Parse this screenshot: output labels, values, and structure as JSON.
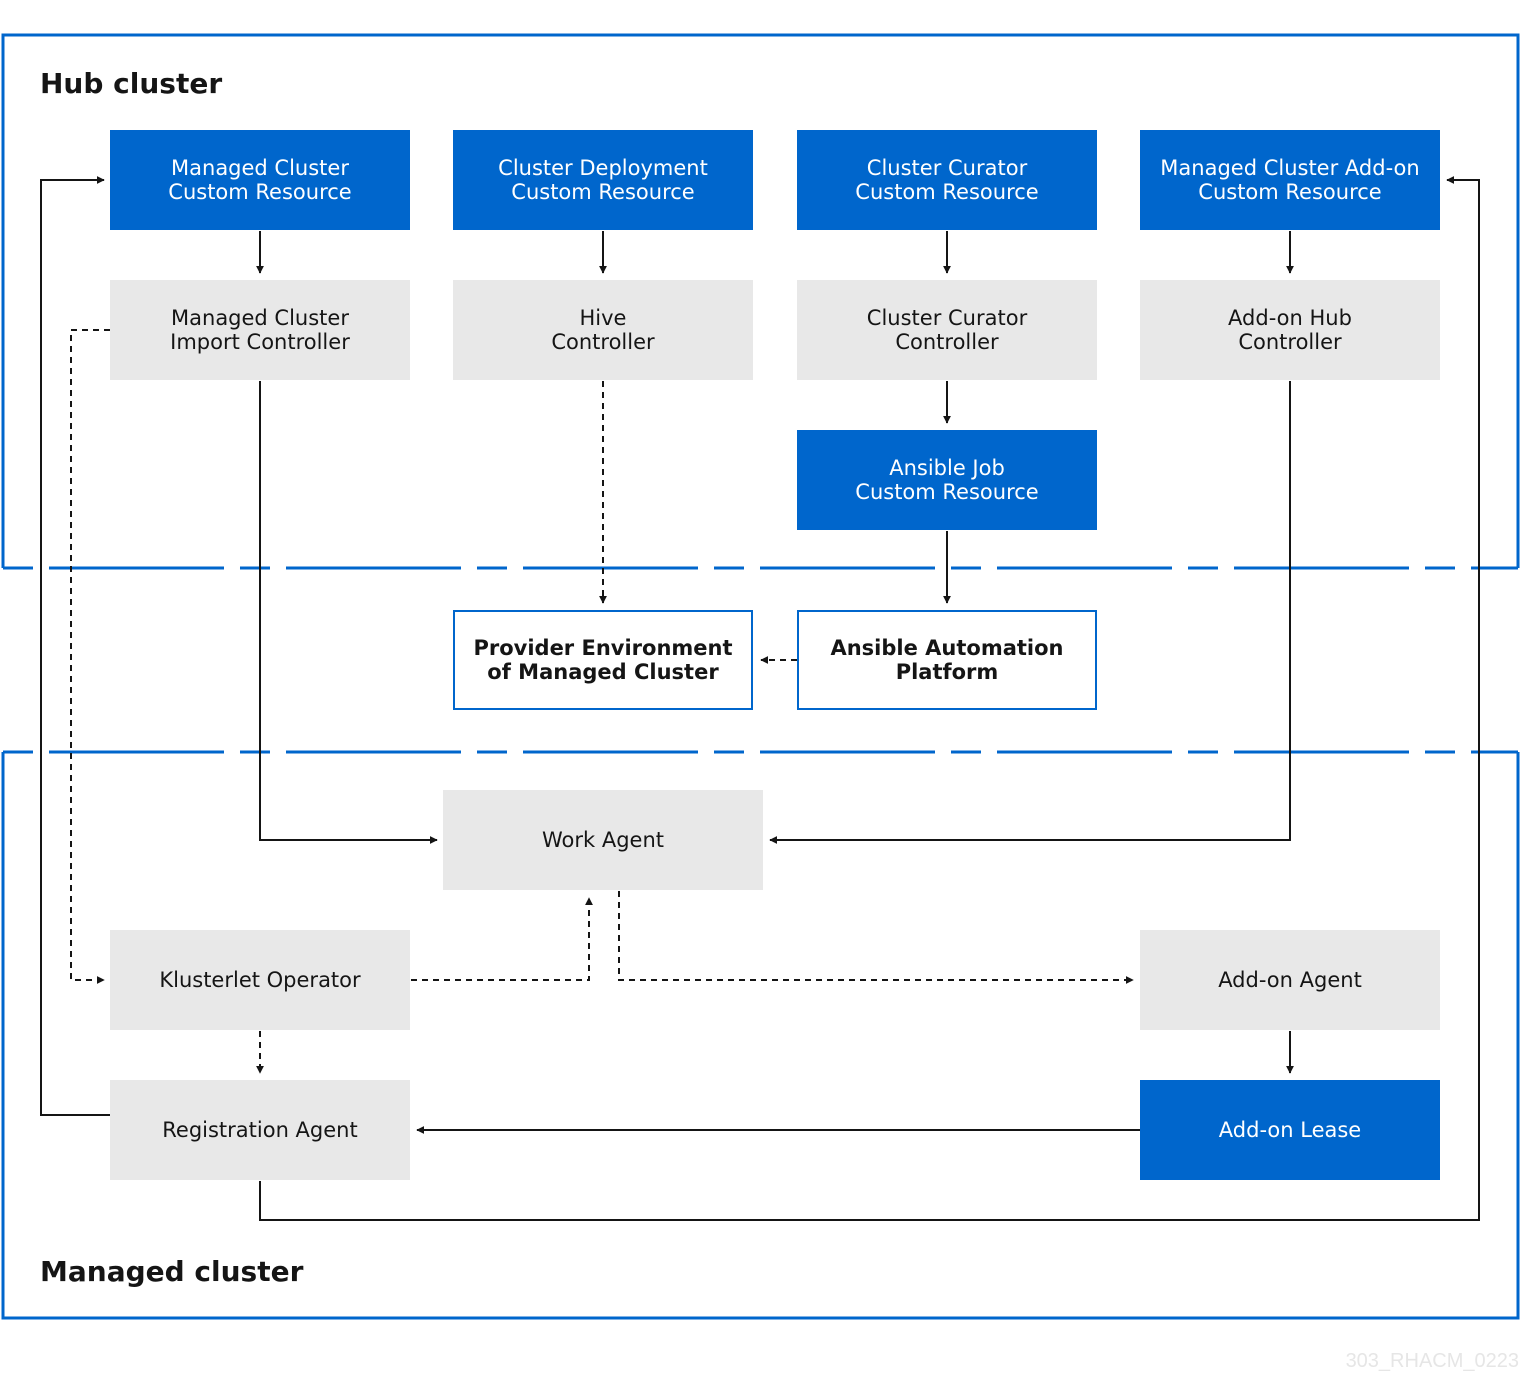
{
  "regions": {
    "hub": "Hub cluster",
    "managed": "Managed cluster"
  },
  "colors": {
    "blue": "#0066cc",
    "gray": "#e8e8e8",
    "line": "#151515",
    "white": "#ffffff"
  },
  "nodes": {
    "managed_cluster_cr": [
      "Managed Cluster",
      "Custom Resource"
    ],
    "cluster_deployment_cr": [
      "Cluster Deployment",
      "Custom Resource"
    ],
    "cluster_curator_cr": [
      "Cluster Curator",
      "Custom Resource"
    ],
    "managed_cluster_addon_cr": [
      "Managed Cluster Add-on",
      "Custom Resource"
    ],
    "import_controller": [
      "Managed Cluster",
      "Import Controller"
    ],
    "hive_controller": [
      "Hive",
      "Controller"
    ],
    "curator_controller": [
      "Cluster Curator",
      "Controller"
    ],
    "addon_hub_controller": [
      "Add-on Hub",
      "Controller"
    ],
    "ansible_job_cr": [
      "Ansible Job",
      "Custom Resource"
    ],
    "provider_env": [
      "Provider Environment",
      "of Managed Cluster"
    ],
    "ansible_platform": [
      "Ansible Automation",
      "Platform"
    ],
    "work_agent": [
      "Work Agent"
    ],
    "klusterlet_operator": [
      "Klusterlet Operator"
    ],
    "addon_agent": [
      "Add-on Agent"
    ],
    "registration_agent": [
      "Registration Agent"
    ],
    "addon_lease": [
      "Add-on Lease"
    ]
  },
  "watermark": "303_RHACM_0223"
}
